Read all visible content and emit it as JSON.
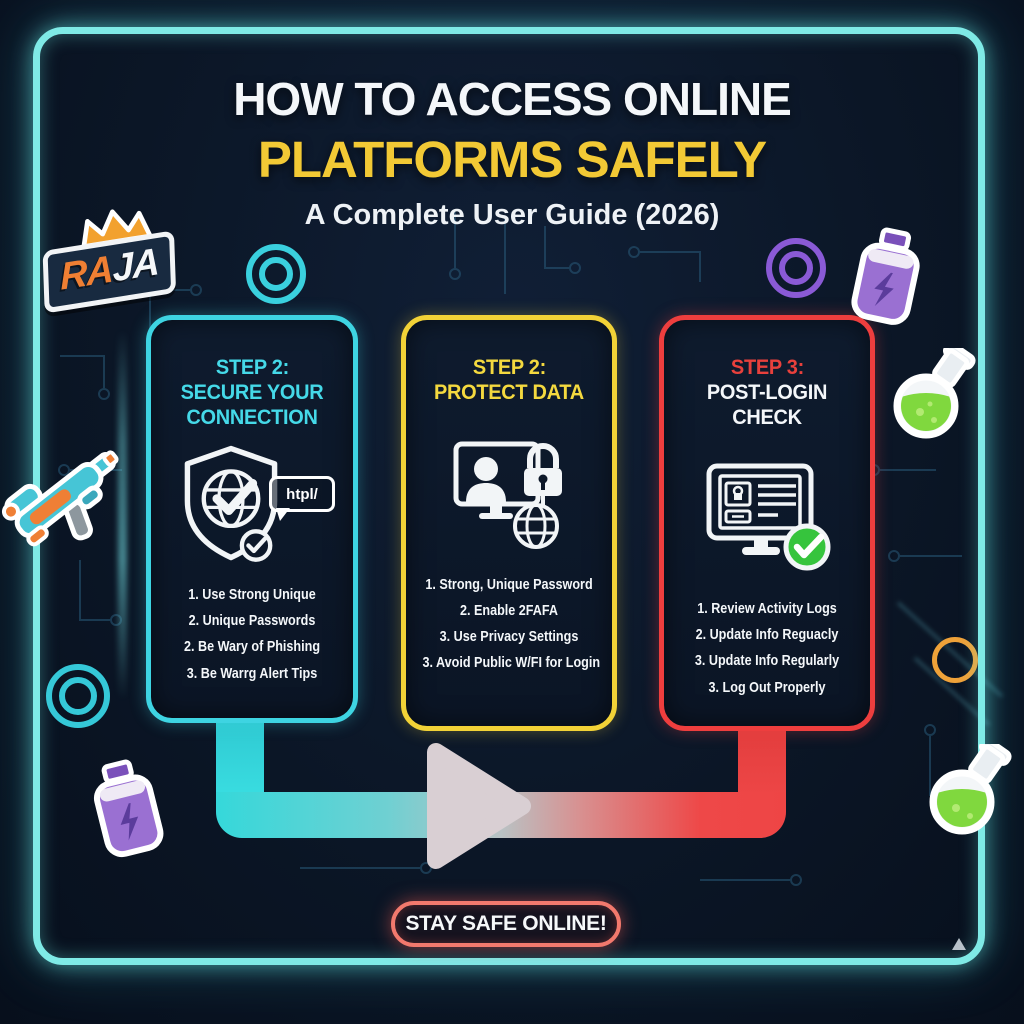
{
  "title": {
    "line1": "HOW TO ACCESS ONLINE",
    "line2": "PLATFORMS SAFELY",
    "subtitle": "A Complete User Guide (2026)"
  },
  "cards": [
    {
      "step": "STEP 2:",
      "title": "SECURE YOUR CONNECTION",
      "icon": "shield-globe-https-check",
      "bubble": "htpl/",
      "items": [
        "1. Use Strong Unique",
        "2. Unique Passwords",
        "2. Be Wary of Phishing",
        "3. Be Warrg Alert Tips"
      ]
    },
    {
      "step": "STEP 2:",
      "title": "PROTECT DATA",
      "icon": "monitor-user-lock-globe",
      "items": [
        "1. Strong, Unique Password",
        "2. Enable 2FAFA",
        "3. Use Privacy Settings",
        "3. Avoid Public W/FI for Login"
      ]
    },
    {
      "step": "STEP 3:",
      "title": "POST-LOGIN CHECK",
      "icon": "monitor-activity-green-check",
      "items": [
        "1. Review Activity Logs",
        "2. Update Info Reguacly",
        "3. Update Info Regularly",
        "3. Log Out Properly"
      ]
    }
  ],
  "footer": {
    "badge": "STAY SAFE ONLINE!"
  },
  "stickers": {
    "logo_part1": "RA",
    "logo_part2": "JA"
  },
  "colors": {
    "background": "#0b1524",
    "neon_frame": "#7feae6",
    "cyan_accent": "#3ed4e2",
    "yellow_accent": "#f2d237",
    "red_accent": "#ee3e3e",
    "title_yellow": "#f2c935",
    "green_check": "#38c43e",
    "arrow_gradient_start": "#35d8da",
    "arrow_gradient_end": "#ee4545",
    "badge_border": "#f2796d",
    "sticker_purple": "#9a70d2",
    "sticker_green": "#80d83e",
    "sticker_orange": "#ee7f33"
  }
}
